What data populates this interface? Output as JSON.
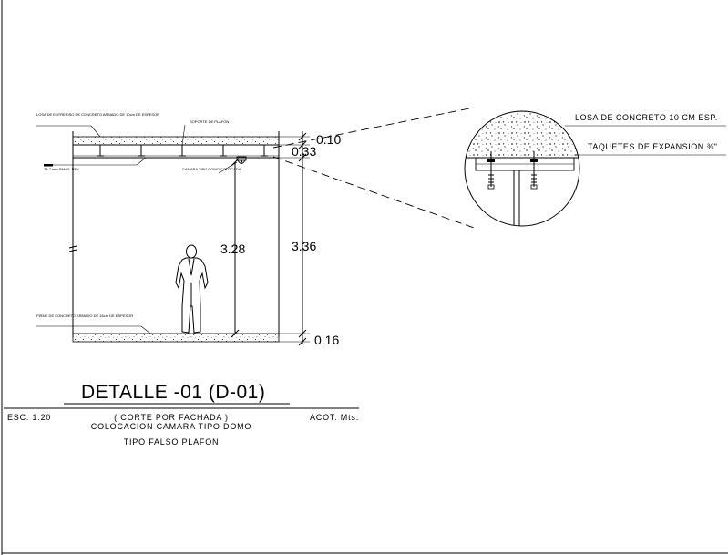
{
  "drawing": {
    "labels": {
      "slab_top": "LOSA DE ENTREPISO DE CONCRETO ARMADO DE 10cm DE ESPESOR",
      "ceiling_support": "SOPORTE DE PLAFON",
      "panel_rey": "TA 7 mm PANEL REY",
      "dome_camera": "CAMARA TIPO DOMO COLOCADA",
      "floor_slab": "FIRME DE CONCRETO ARMADO DE 16cm DE ESPESOR"
    },
    "dimensions": {
      "slab_thickness": "0.10",
      "plenum": "0.33",
      "clear_height": "3.28",
      "total_height": "3.36",
      "floor_thickness": "0.16"
    },
    "detail_notes": {
      "slab": "LOSA DE CONCRETO 10 CM ESP.",
      "anchors": "TAQUETES DE EXPANSION ⅜\""
    },
    "title": "DETALLE -01  (D-01)",
    "scale": "ESC:  1:20",
    "units": "ACOT:  Mts.",
    "caption_line1": "( CORTE POR FACHADA )",
    "caption_line2": "COLOCACION  CAMARA  TIPO  DOMO",
    "caption_line3": "TIPO  FALSO  PLAFON"
  }
}
